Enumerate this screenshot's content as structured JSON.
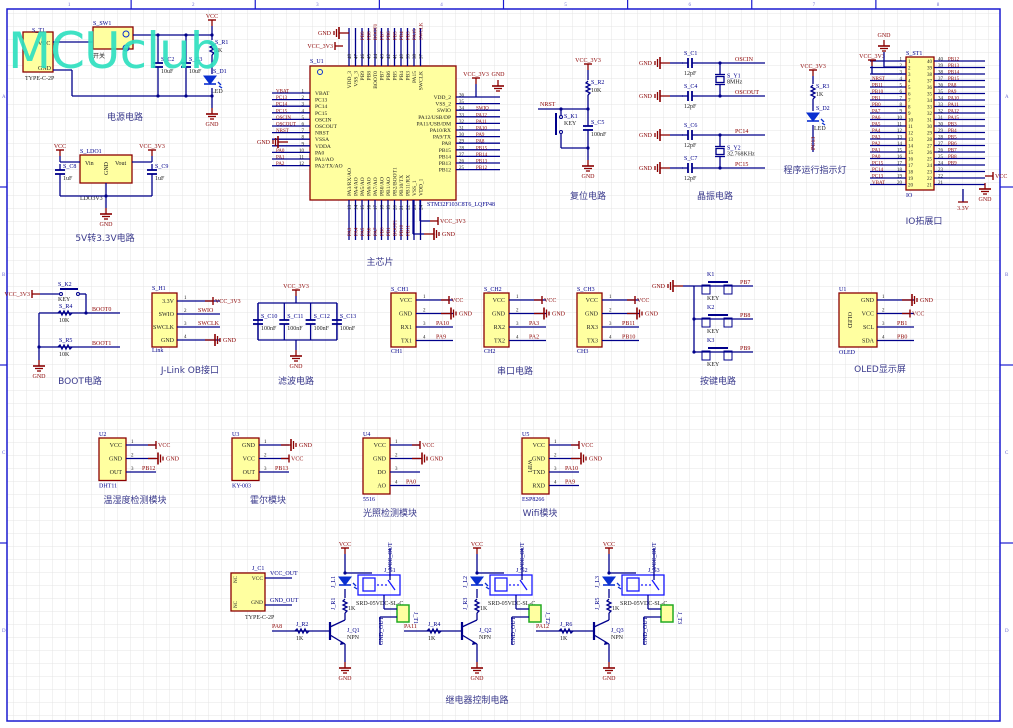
{
  "watermark": "MCUclub",
  "frame": {
    "columns": [
      "1",
      "2",
      "3",
      "4",
      "5",
      "6",
      "7",
      "8"
    ],
    "rows": [
      "A",
      "B",
      "C",
      "D"
    ]
  },
  "colors": {
    "wire": "#00008b",
    "component_fill": "#ffffa0",
    "component_border": "#8b0000",
    "net_label": "#8b0000",
    "designator": "#00008b",
    "relay": "#0000ff",
    "connector": "#00aa00",
    "grid": "#e6e6e6",
    "watermark": "#2fe0c0"
  },
  "sections": {
    "power": "电源电路",
    "ldo": "5V转3.3V电路",
    "mcu": "主芯片",
    "reset": "复位电路",
    "crystal": "晶振电路",
    "run_led": "程序运行指示灯",
    "io": "IO拓展口",
    "boot": "BOOT电路",
    "jlink": "J-Link OB接口",
    "filter": "滤波电路",
    "uart": "串口电路",
    "keys": "按键电路",
    "oled": "OLED显示屏",
    "dht": "温湿度检测模块",
    "hall": "霍尔模块",
    "light": "光照检测模块",
    "wifi": "Wifi模块",
    "relay": "继电器控制电路"
  },
  "power": {
    "typec": {
      "ref": "S_T1",
      "pins": [
        "VCC",
        "GND"
      ],
      "part": "TYPE-C-2P"
    },
    "switch": {
      "ref": "S_SW1",
      "part": "开关"
    },
    "c2": {
      "ref": "S_C2",
      "value": "10uF"
    },
    "c3": {
      "ref": "S_C3",
      "value": "10uF"
    },
    "r1": {
      "ref": "S_R1",
      "value": "1K"
    },
    "d1": {
      "ref": "S_D1",
      "value": "LED"
    },
    "vcc": "VCC",
    "gnd": "GND"
  },
  "ldo": {
    "ref": "S_LDO1",
    "part": "LDO3V3",
    "pins": [
      "Vin",
      "Vout",
      "GND"
    ],
    "c8": {
      "ref": "S_C8",
      "value": "1uF"
    },
    "c9": {
      "ref": "S_C9",
      "value": "1uF"
    },
    "vin_net": "VCC",
    "vout_net": "VCC_3V3",
    "gnd": "GND"
  },
  "mcu": {
    "ref": "S_U1",
    "part": "STM32F103C8T6_LQFP48",
    "left_pins": [
      {
        "num": "1",
        "name": "VBAT",
        "net": "VBAT"
      },
      {
        "num": "2",
        "name": "PC13",
        "net": "PC13"
      },
      {
        "num": "3",
        "name": "PC14",
        "net": "PC14"
      },
      {
        "num": "4",
        "name": "PC15",
        "net": "PC15"
      },
      {
        "num": "5",
        "name": "OSCIN",
        "net": "OSCIN"
      },
      {
        "num": "6",
        "name": "OSCOUT",
        "net": "OSCOUT"
      },
      {
        "num": "7",
        "name": "NRST",
        "net": "NRST"
      },
      {
        "num": "8",
        "name": "VSSA",
        "net": "GND"
      },
      {
        "num": "9",
        "name": "VDDA",
        "net": ""
      },
      {
        "num": "10",
        "name": "PA0",
        "net": "PA0"
      },
      {
        "num": "11",
        "name": "PA1/AO",
        "net": "PA1"
      },
      {
        "num": "12",
        "name": "PA2/TX/AO",
        "net": "PA2"
      }
    ],
    "right_pins": [
      {
        "num": "36",
        "name": "VDD_2",
        "net": "VCC_3V3"
      },
      {
        "num": "35",
        "name": "VSS_2",
        "net": "GND"
      },
      {
        "num": "34",
        "name": "SWIO",
        "net": "SWIO"
      },
      {
        "num": "33",
        "name": "PA12/USB/DP",
        "net": "PA12"
      },
      {
        "num": "32",
        "name": "PA11/USB/DM",
        "net": "PA11"
      },
      {
        "num": "31",
        "name": "PA10/RX",
        "net": "PA10"
      },
      {
        "num": "30",
        "name": "PA9/TX",
        "net": "PA9"
      },
      {
        "num": "29",
        "name": "PA8",
        "net": "PA8"
      },
      {
        "num": "28",
        "name": "PB15",
        "net": "PB15"
      },
      {
        "num": "27",
        "name": "PB14",
        "net": "PB14"
      },
      {
        "num": "26",
        "name": "PB13",
        "net": "PB13"
      },
      {
        "num": "25",
        "name": "PB12",
        "net": "PB12"
      }
    ],
    "top_pins": [
      {
        "num": "48",
        "name": "VDD_3",
        "net": "VCC_3V3"
      },
      {
        "num": "47",
        "name": "VSS_3",
        "net": "GND"
      },
      {
        "num": "46",
        "name": "PB9",
        "net": "PB9"
      },
      {
        "num": "45",
        "name": "PB8",
        "net": "PB8"
      },
      {
        "num": "44",
        "name": "BOOT0",
        "net": "BOOT0"
      },
      {
        "num": "43",
        "name": "PB7",
        "net": "PB7"
      },
      {
        "num": "42",
        "name": "PB6",
        "net": "PB6"
      },
      {
        "num": "41",
        "name": "PB5",
        "net": "PB5"
      },
      {
        "num": "40",
        "name": "PB4",
        "net": "PB4"
      },
      {
        "num": "39",
        "name": "PB3",
        "net": "PB3"
      },
      {
        "num": "38",
        "name": "PA15",
        "net": "PA15"
      },
      {
        "num": "37",
        "name": "SWCLK",
        "net": "SWCLK"
      }
    ],
    "bottom_pins": [
      {
        "num": "13",
        "name": "PA3/RX/AO",
        "net": "PA3"
      },
      {
        "num": "14",
        "name": "PA4/AO",
        "net": "PA4"
      },
      {
        "num": "15",
        "name": "PA5/AO",
        "net": "PA5"
      },
      {
        "num": "16",
        "name": "PA6/AO",
        "net": "PA6"
      },
      {
        "num": "17",
        "name": "PA7/AO",
        "net": "PA7"
      },
      {
        "num": "18",
        "name": "PB0/AO",
        "net": "PB0"
      },
      {
        "num": "19",
        "name": "PB1/AO",
        "net": "PB1"
      },
      {
        "num": "20",
        "name": "PB2/BOOT1",
        "net": "BOOT1"
      },
      {
        "num": "21",
        "name": "PB10/TX",
        "net": "PB10"
      },
      {
        "num": "22",
        "name": "PB11/RX",
        "net": "PB11"
      },
      {
        "num": "23",
        "name": "VSS_1",
        "net": "GND"
      },
      {
        "num": "24",
        "name": "VDD_1",
        "net": "VCC_3V3"
      }
    ]
  },
  "reset": {
    "r2": {
      "ref": "S_R2",
      "value": "10K"
    },
    "k1": {
      "ref": "S_K1",
      "value": "KEY"
    },
    "c5": {
      "ref": "S_C5",
      "value": "100nF"
    },
    "net": "NRST",
    "vcc": "VCC_3V3",
    "gnd": "GND"
  },
  "crystal": {
    "c1": {
      "ref": "S_C1",
      "value": "12pF"
    },
    "c4": {
      "ref": "S_C4",
      "value": "12pF"
    },
    "c6": {
      "ref": "S_C6",
      "value": "12pF"
    },
    "c7": {
      "ref": "S_C7",
      "value": "12pF"
    },
    "y1": {
      "ref": "S_Y1",
      "value": "8MHz"
    },
    "y2": {
      "ref": "S_Y2",
      "value": "32.768KHz"
    },
    "nets": [
      "OSCIN",
      "OSCOUT",
      "PC14",
      "PC15"
    ],
    "gnd": "GND"
  },
  "run_led": {
    "r3": {
      "ref": "S_R3",
      "value": "1K"
    },
    "d2": {
      "ref": "S_D2",
      "value": "LED"
    },
    "vcc": "VCC_3V3",
    "net": "PC13"
  },
  "io_header": {
    "ref": "S_ST1",
    "part": "IO",
    "left": [
      "VCC_3V3",
      "VCC_3V3",
      "",
      "NRST",
      "PB11",
      "PB10",
      "PB1",
      "PB0",
      "PA7",
      "PA6",
      "PA5",
      "PA4",
      "PA3",
      "PA2",
      "PA1",
      "PA0",
      "PC15",
      "PC14",
      "PC13",
      "VBAT"
    ],
    "right": [
      "PB12",
      "PB13",
      "PB14",
      "PB15",
      "PA8",
      "PA9",
      "PA10",
      "PA11",
      "PA12",
      "PA15",
      "PB3",
      "PB4",
      "PB5",
      "PB6",
      "PB7",
      "PB8",
      "PB9",
      "",
      "VCC",
      "GND"
    ],
    "top_net": "GND",
    "bottom_net": "3.3V",
    "right_nets": [
      "VCC",
      "GND"
    ]
  },
  "boot": {
    "k2": {
      "ref": "S_K2",
      "value": "KEY"
    },
    "r4": {
      "ref": "S_R4",
      "value": "10K"
    },
    "r5": {
      "ref": "S_R5",
      "value": "10K"
    },
    "nets": [
      "BOOT0",
      "BOOT1"
    ],
    "vcc": "VCC_3V3",
    "gnd": "GND"
  },
  "jlink": {
    "ref": "S_H1",
    "part": "Link",
    "pins": [
      {
        "num": "1",
        "name": "3.3V",
        "net": "VCC_3V3"
      },
      {
        "num": "2",
        "name": "SWIO",
        "net": "SWIO"
      },
      {
        "num": "3",
        "name": "SWCLK",
        "net": "SWCLK"
      },
      {
        "num": "4",
        "name": "GND",
        "net": "GND"
      }
    ]
  },
  "filter": {
    "vcc": "VCC_3V3",
    "gnd": "GND",
    "caps": [
      {
        "ref": "S_C10",
        "value": "100nF"
      },
      {
        "ref": "S_C11",
        "value": "100nF"
      },
      {
        "ref": "S_C12",
        "value": "100nF"
      },
      {
        "ref": "S_C13",
        "value": "100nF"
      }
    ]
  },
  "uart": [
    {
      "ref": "S_CH1",
      "part": "CH1",
      "pins": [
        "VCC",
        "GND",
        "RX1",
        "TX1"
      ],
      "nets": [
        "VCC",
        "GND",
        "PA10",
        "PA9"
      ]
    },
    {
      "ref": "S_CH2",
      "part": "CH2",
      "pins": [
        "VCC",
        "GND",
        "RX2",
        "TX2"
      ],
      "nets": [
        "VCC",
        "GND",
        "PA3",
        "PA2"
      ]
    },
    {
      "ref": "S_CH3",
      "part": "CH3",
      "pins": [
        "VCC",
        "GND",
        "RX3",
        "TX3"
      ],
      "nets": [
        "VCC",
        "GND",
        "PB11",
        "PB10"
      ]
    }
  ],
  "keys": {
    "gnd": "GND",
    "items": [
      {
        "ref": "K1",
        "value": "KEY",
        "net": "PB7"
      },
      {
        "ref": "K2",
        "value": "KEY",
        "net": "PB8"
      },
      {
        "ref": "K3",
        "value": "KEY",
        "net": "PB9"
      }
    ]
  },
  "oled": {
    "ref": "U1",
    "part": "OLED",
    "body": "OLED",
    "pins": [
      "GND",
      "VCC",
      "SCL",
      "SDA"
    ],
    "nets": [
      "GND",
      "VCC",
      "PB1",
      "PB0"
    ]
  },
  "modules": {
    "dht": {
      "ref": "U2",
      "part": "DHT11",
      "pins": [
        "VCC",
        "GND",
        "OUT"
      ],
      "nets": [
        "VCC",
        "GND",
        "PB12"
      ]
    },
    "hall": {
      "ref": "U3",
      "part": "KY-003",
      "pins": [
        "GND",
        "VCC",
        "OUT"
      ],
      "nets": [
        "GND",
        "VCC",
        "PB13"
      ]
    },
    "light": {
      "ref": "U4",
      "part": "5516",
      "pins": [
        "VCC",
        "GND",
        "DO",
        "AO"
      ],
      "nets": [
        "VCC",
        "GND",
        "",
        "PA0"
      ]
    },
    "wifi": {
      "ref": "U5",
      "part": "ESP8266",
      "body": "WIFI",
      "pins": [
        "VCC",
        "GND",
        "TXD",
        "RXD"
      ],
      "nets": [
        "VCC",
        "GND",
        "PA10",
        "PA9"
      ]
    }
  },
  "relay": {
    "typec": {
      "ref": "J_C1",
      "part": "TYPE-C-2P",
      "pins": [
        "VCC",
        "GND"
      ],
      "nets": [
        "VCC_OUT",
        "GND_OUT"
      ],
      "side": [
        "NC",
        "NC"
      ]
    },
    "channels": [
      {
        "relay": "J_S1",
        "part": "SRD-05VDC-SL-C",
        "led": "J_L1",
        "r_led": "J_R1",
        "r_led_val": "1K",
        "r_base": "J_R2",
        "r_base_val": "1K",
        "transistor": "J_Q1",
        "type": "NPN",
        "terminal": "J_T1",
        "input": "PA8"
      },
      {
        "relay": "J_S2",
        "part": "SRD-05VDC-SL-C",
        "led": "J_L2",
        "r_led": "J_R3",
        "r_led_val": "1K",
        "r_base": "J_R4",
        "r_base_val": "1K",
        "transistor": "J_Q2",
        "type": "NPN",
        "terminal": "J_T2",
        "input": "PA11"
      },
      {
        "relay": "J_S3",
        "part": "SRD-05VDC-SL-C",
        "led": "J_L3",
        "r_led": "J_R5",
        "r_led_val": "1K",
        "r_base": "J_R6",
        "r_base_val": "1K",
        "transistor": "J_Q3",
        "type": "NPN",
        "terminal": "J_T3",
        "input": "PA12"
      }
    ],
    "vcc": "VCC",
    "gnd": "GND",
    "vcc_out": "VCC_OUT",
    "gnd_out": "GND_OUT"
  }
}
